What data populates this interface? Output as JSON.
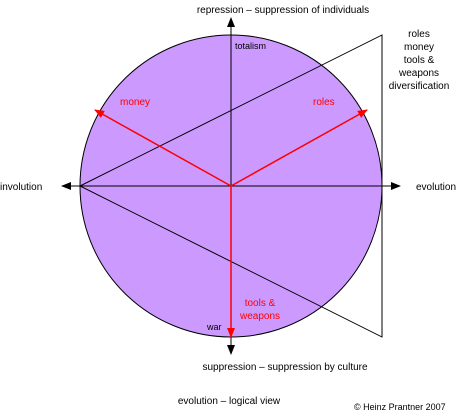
{
  "axes": {
    "top": "repression – suppression of individuals",
    "bottom": "suppression – suppression by culture",
    "left": "involution",
    "right": "evolution"
  },
  "inner_labels": {
    "top": "totalism",
    "bottom": "war"
  },
  "vectors": {
    "money": "money",
    "roles": "roles",
    "tools_line1": "tools &",
    "tools_line2": "weapons"
  },
  "legend": {
    "line1": "roles",
    "line2": "money",
    "line3": "tools &",
    "line4": "weapons",
    "line5": "diversification"
  },
  "footer": {
    "title": "evolution – logical view",
    "copyright": "© Heinz Prantner 2007"
  },
  "colors": {
    "circle_fill": "#cc99ff",
    "vector": "#ff0000",
    "line": "#000000"
  }
}
